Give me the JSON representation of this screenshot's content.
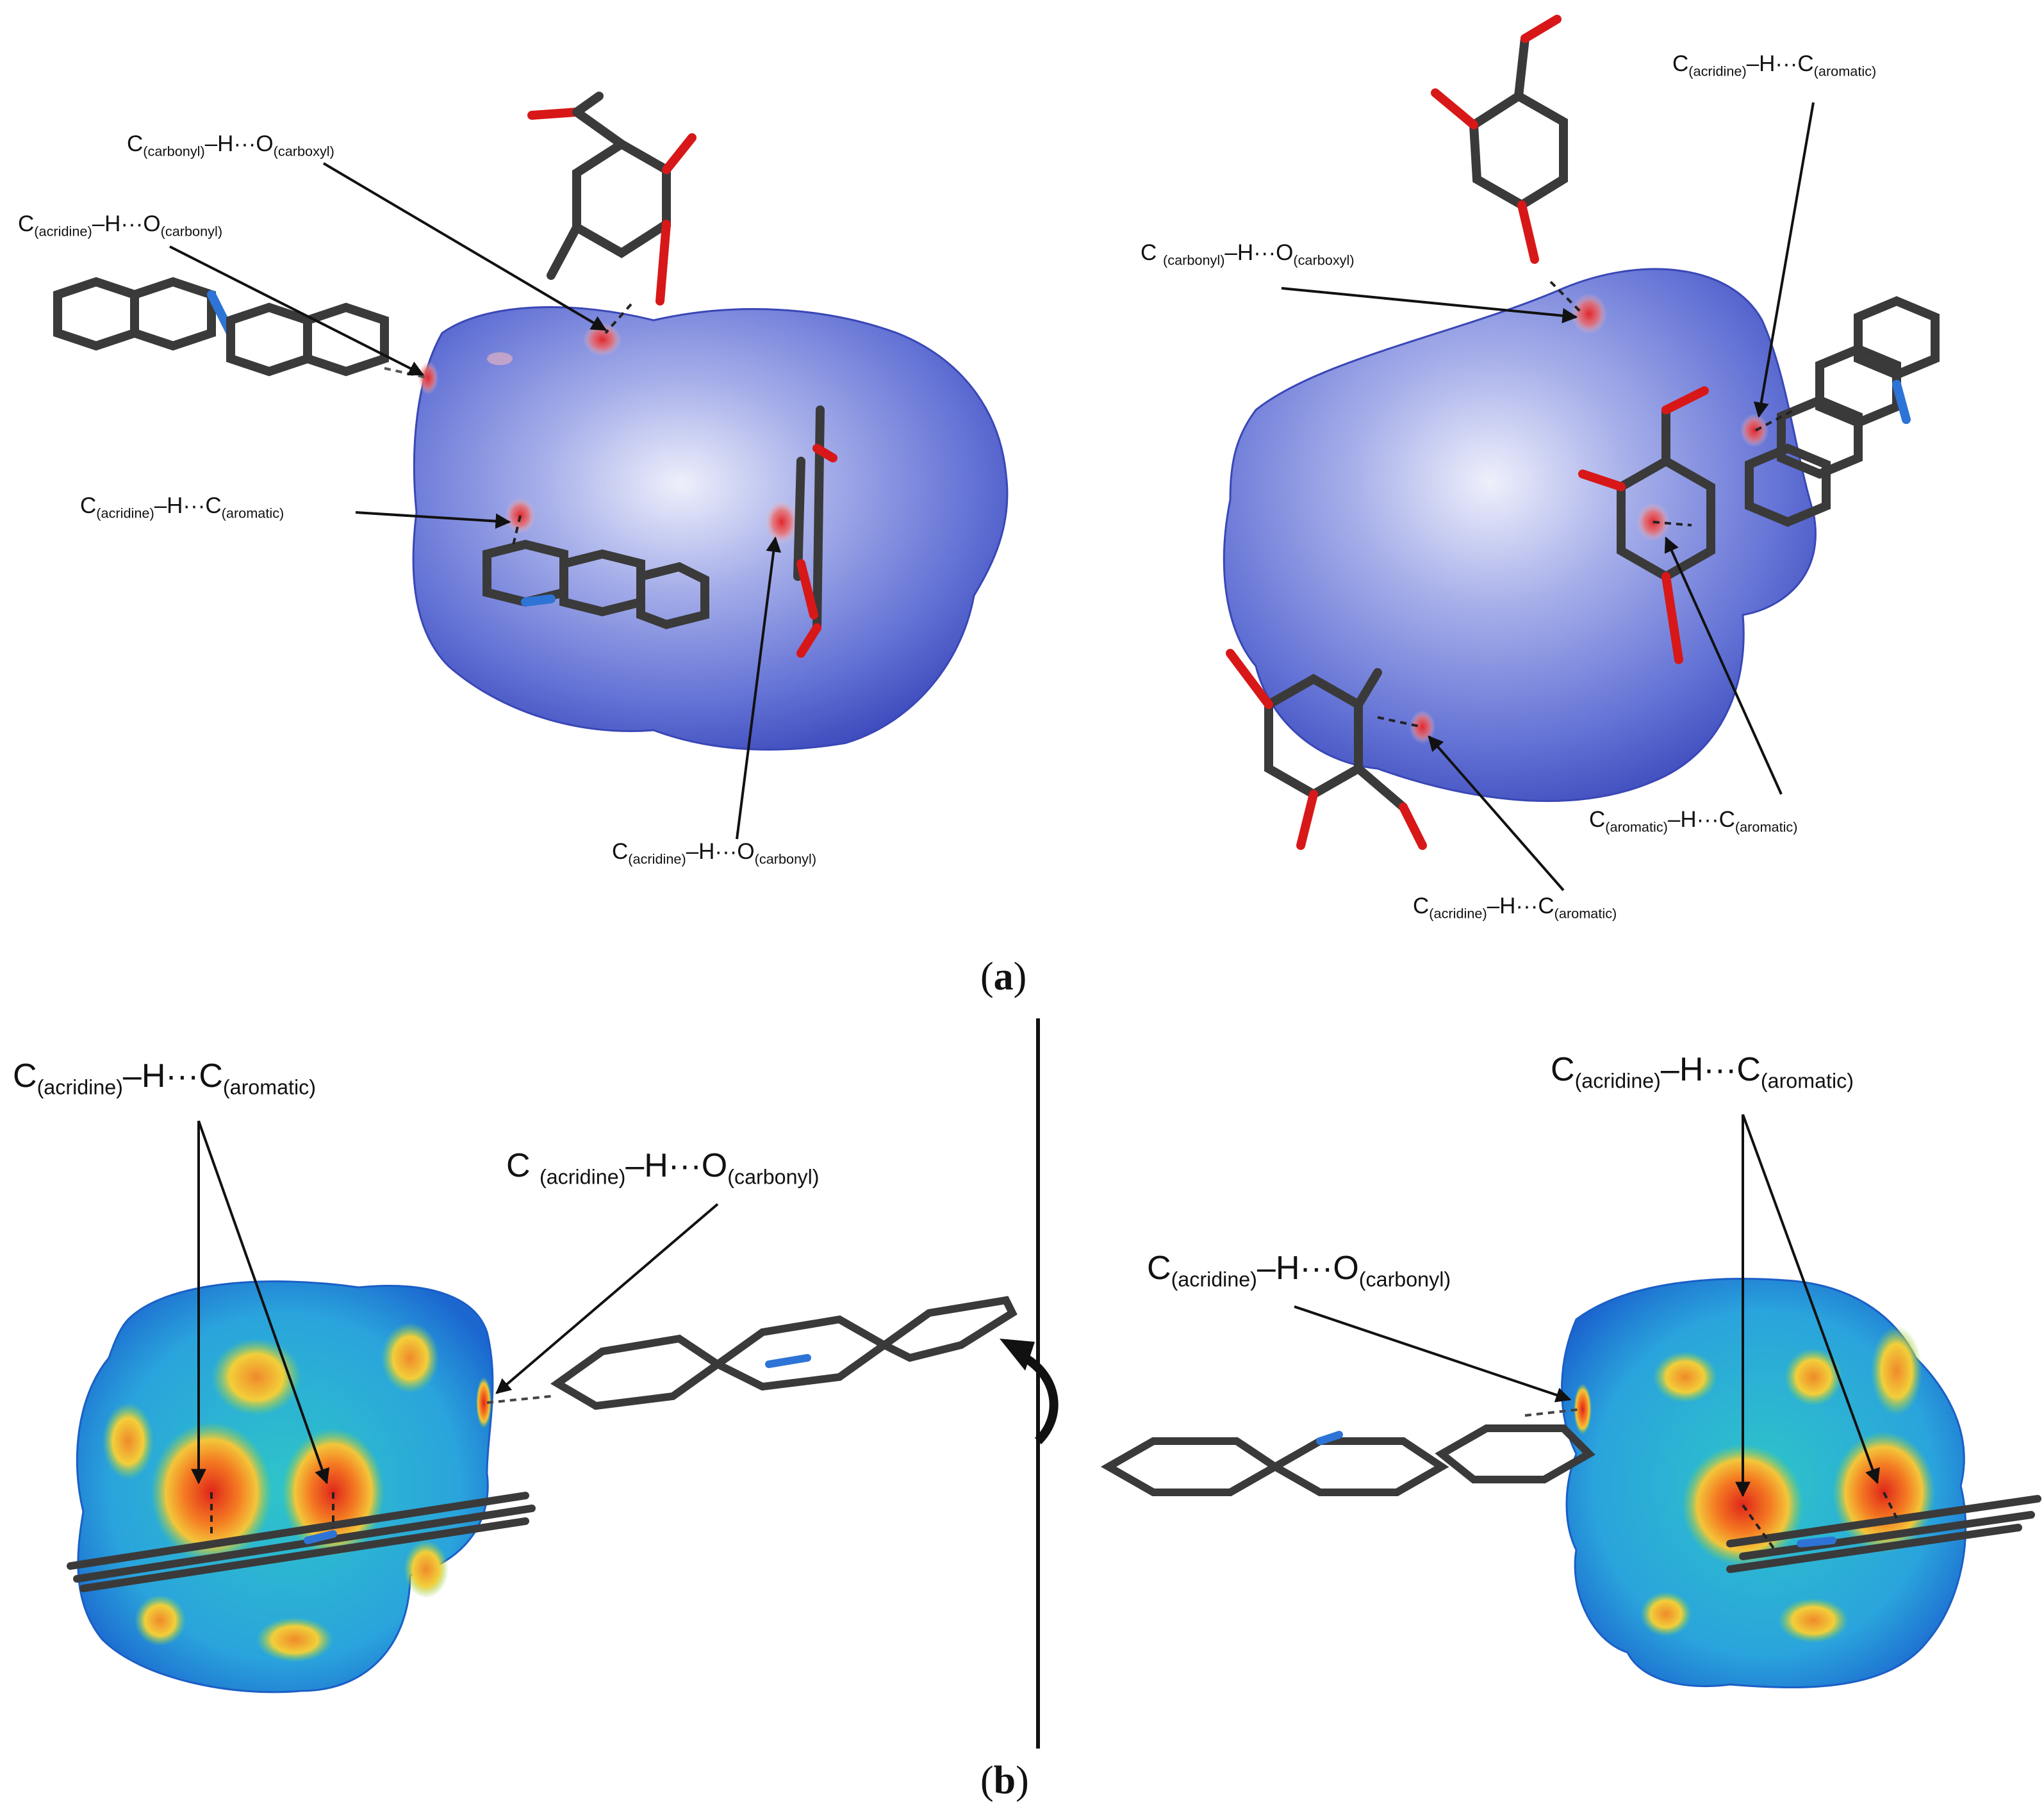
{
  "labels": {
    "a_carbonyl_carboxyl": {
      "base1": "C",
      "sub1": "(carbonyl)",
      "mid": "–H···O",
      "sub2": "(carboxyl)"
    },
    "a_acridine_carbonyl_top": {
      "base1": "C",
      "sub1": "(acridine)",
      "mid": "–H···O",
      "sub2": "(carbonyl)"
    },
    "a_acridine_aromatic_left": {
      "base1": "C",
      "sub1": "(acridine)",
      "mid": "–H···C",
      "sub2": "(aromatic)"
    },
    "a_acridine_carbonyl_bottom": {
      "base1": "C",
      "sub1": "(acridine)",
      "mid": "–H···O",
      "sub2": "(carbonyl)"
    },
    "a_right_carbonyl_carboxyl": {
      "base1": "C ",
      "sub1": "(carbonyl)",
      "mid": "–H···O",
      "sub2": "(carboxyl)"
    },
    "a_right_acridine_aromatic_top": {
      "base1": "C",
      "sub1": "(acridine)",
      "mid": "–H···C",
      "sub2": "(aromatic)"
    },
    "a_right_aromatic_aromatic": {
      "base1": "C",
      "sub1": "(aromatic)",
      "mid": "–H···C",
      "sub2": "(aromatic)"
    },
    "a_right_acridine_aromatic_bottom": {
      "base1": "C",
      "sub1": "(acridine)",
      "mid": "–H···C",
      "sub2": "(aromatic)"
    },
    "b_left_acridine_aromatic": {
      "base1": "C",
      "sub1": "(acridine)",
      "mid": "–H···C",
      "sub2": "(aromatic)"
    },
    "b_left_acridine_carbonyl": {
      "base1": "C ",
      "sub1": "(acridine)",
      "mid": "–H···O",
      "sub2": "(carbonyl)"
    },
    "b_right_acridine_carbonyl": {
      "base1": "C",
      "sub1": "(acridine)",
      "mid": "–H···O",
      "sub2": "(carbonyl)"
    },
    "b_right_acridine_aromatic": {
      "base1": "C",
      "sub1": "(acridine)",
      "mid": "–H···C",
      "sub2": "(aromatic)"
    }
  },
  "panels": {
    "a": "a",
    "b": "b"
  },
  "colors": {
    "dnorm_surface": "#5f6fd6",
    "dnorm_contact": "#e2262b",
    "shape_index_blue": "#1d72d8",
    "shape_index_cyan": "#27b7dc",
    "shape_index_orange": "#f2a12e",
    "shape_index_red": "#e23a1e",
    "carbon": "#3a3a3a",
    "oxygen": "#d81818",
    "nitrogen": "#2d74d6",
    "hydrogen": "#f2f2ea"
  }
}
